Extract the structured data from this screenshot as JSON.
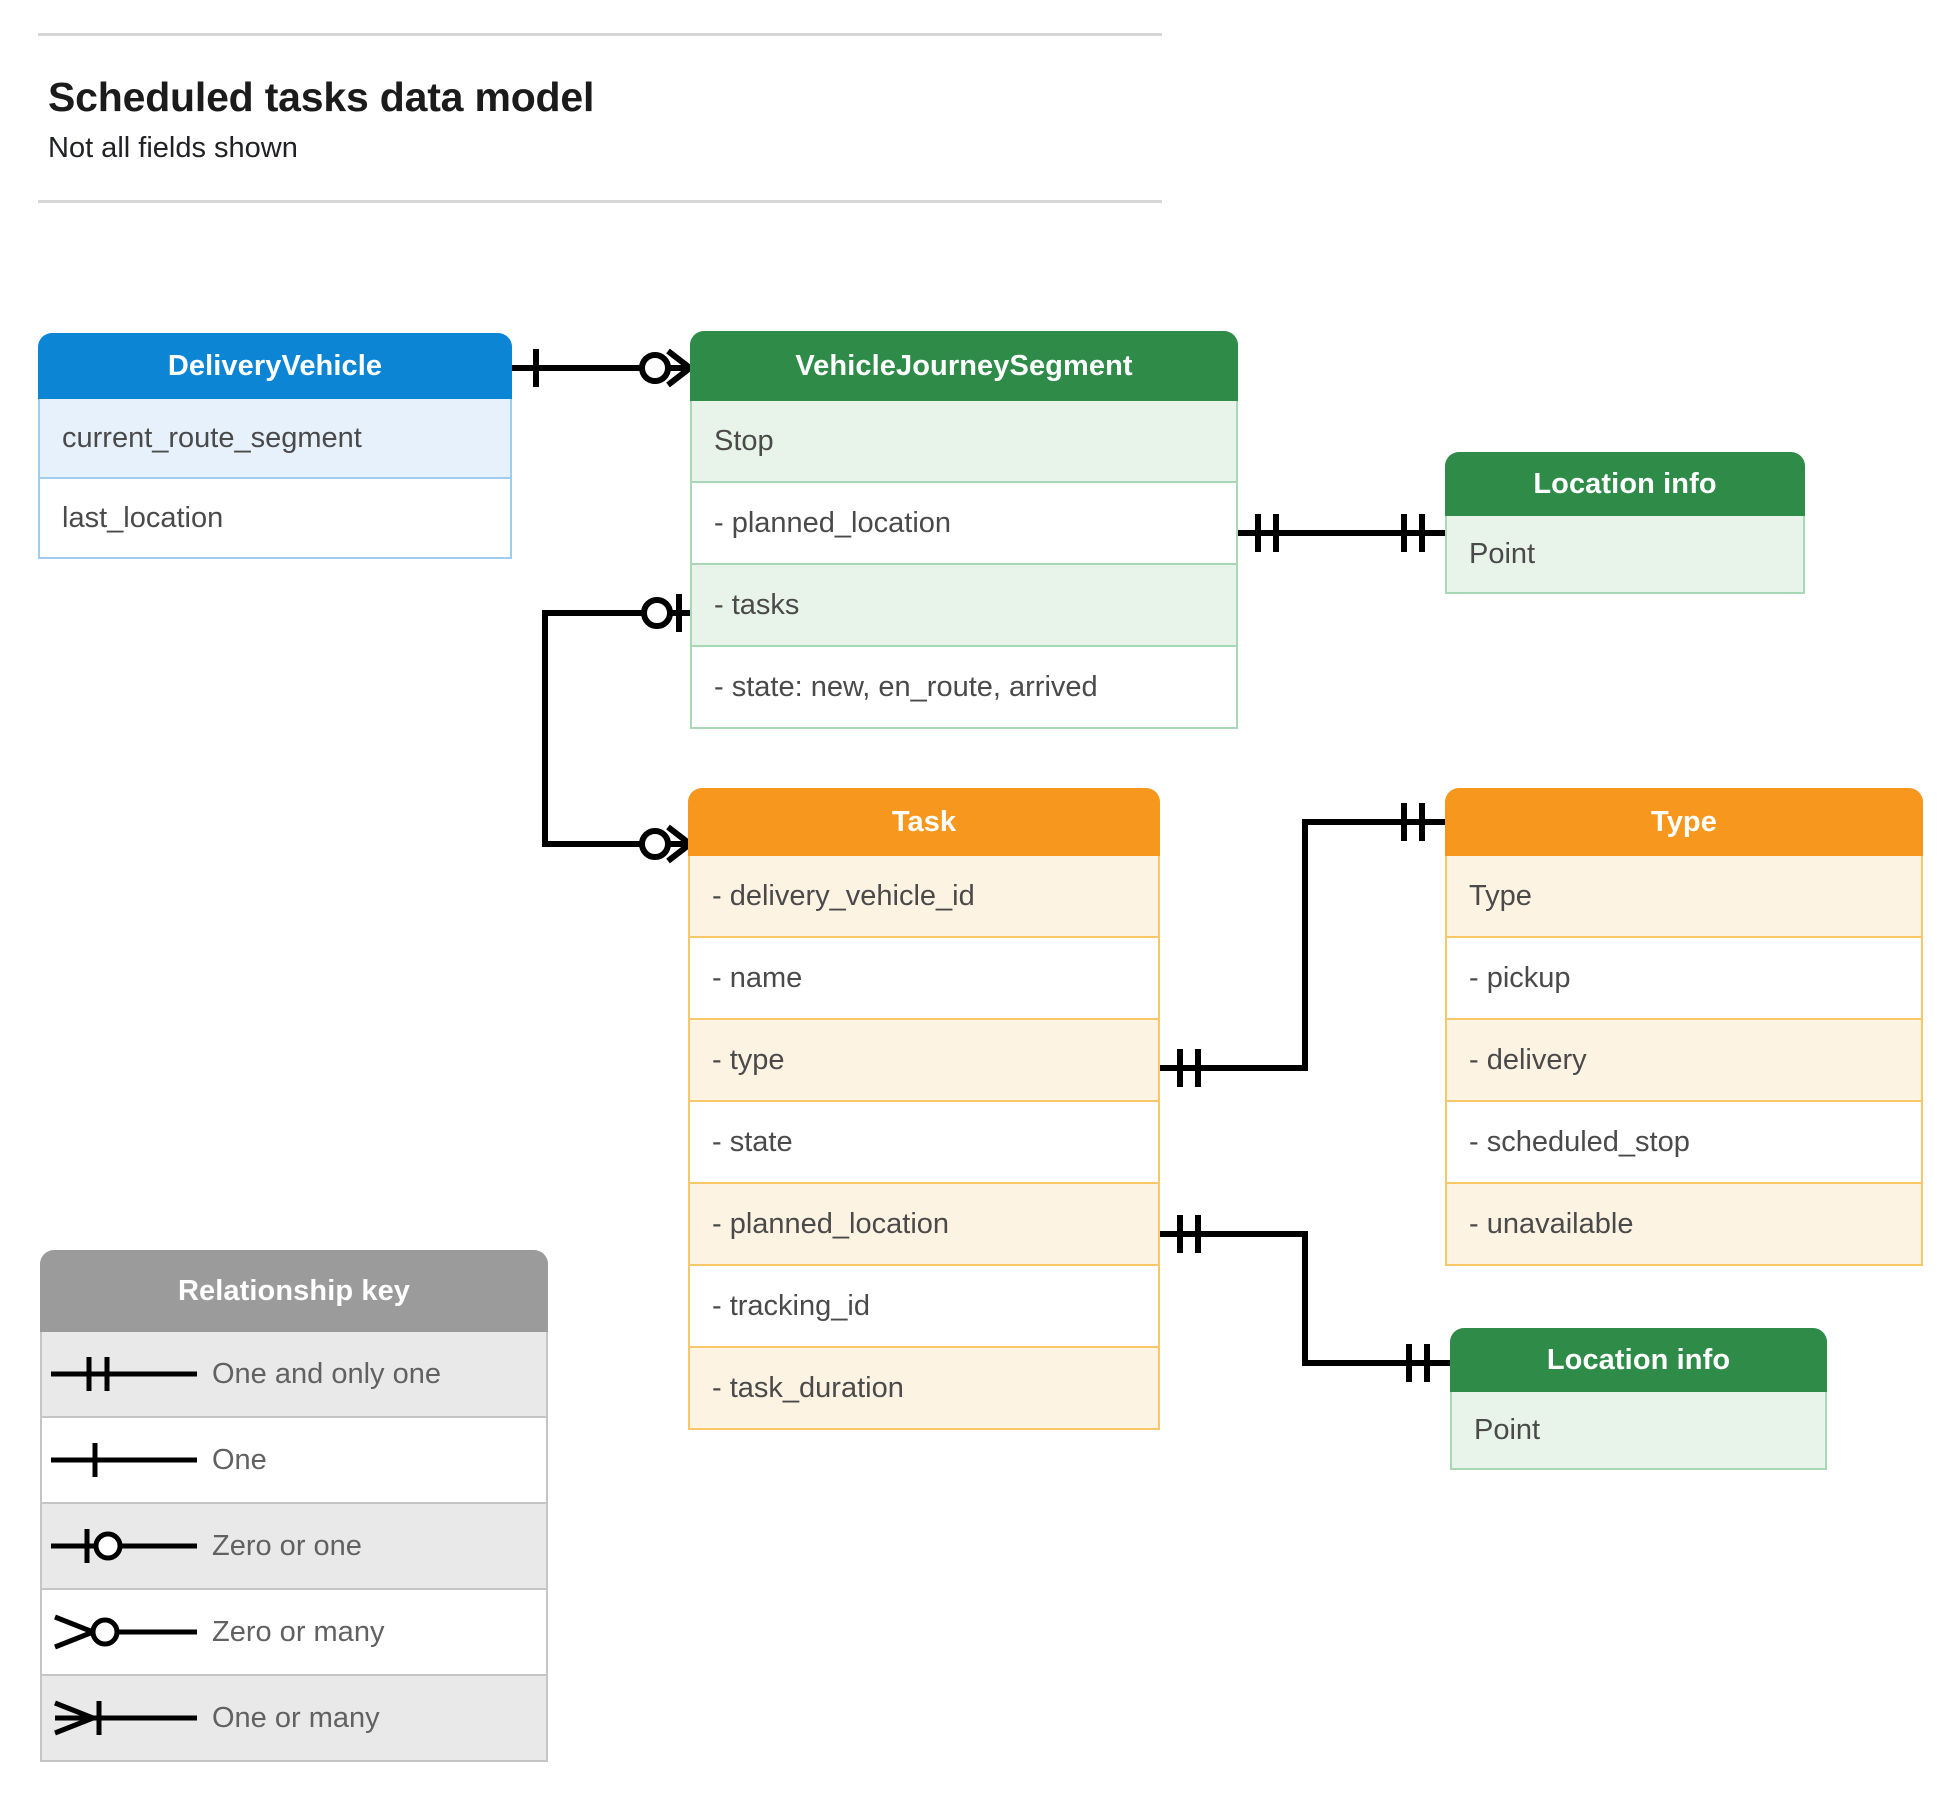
{
  "header": {
    "title": "Scheduled tasks data model",
    "subtitle": "Not all fields shown"
  },
  "entities": [
    {
      "id": "deliveryvehicle",
      "name": "DeliveryVehicle",
      "color": "#0b85d4",
      "rows": [
        "current_route_segment",
        "last_location"
      ]
    },
    {
      "id": "vehiclejourneysegment",
      "name": "VehicleJourneySegment",
      "color": "#2e8b48",
      "rows": [
        "Stop",
        "-  planned_location",
        "- tasks",
        "- state: new, en_route, arrived"
      ]
    },
    {
      "id": "locationinfo-top",
      "name": "Location info",
      "color": "#2e8b48",
      "rows": [
        "Point"
      ]
    },
    {
      "id": "task",
      "name": "Task",
      "color": "#f7971d",
      "rows": [
        "- delivery_vehicle_id",
        "- name",
        "- type",
        "- state",
        "- planned_location",
        "- tracking_id",
        "- task_duration"
      ]
    },
    {
      "id": "type",
      "name": "Type",
      "color": "#f7971d",
      "rows": [
        "Type",
        "-   pickup",
        "-   delivery",
        "-   scheduled_stop",
        "-   unavailable"
      ]
    },
    {
      "id": "locationinfo-bottom",
      "name": "Location info",
      "color": "#2e8b48",
      "rows": [
        "Point"
      ]
    }
  ],
  "legend": {
    "title": "Relationship key",
    "color": "#9b9b9b",
    "items": [
      {
        "symbol": "one-and-only-one-icon",
        "label": "One and only one"
      },
      {
        "symbol": "one-icon",
        "label": "One"
      },
      {
        "symbol": "zero-or-one-icon",
        "label": "Zero or one"
      },
      {
        "symbol": "zero-or-many-icon",
        "label": "Zero or many"
      },
      {
        "symbol": "one-or-many-icon",
        "label": "One or many"
      }
    ]
  },
  "relationships": [
    {
      "id": "rel-deliveryvehicle-vehiclejourneysegment",
      "from": "DeliveryVehicle",
      "to": "VehicleJourneySegment",
      "from_cardinality": "One",
      "to_cardinality": "Zero or many"
    },
    {
      "id": "rel-vjs-tasks-task",
      "from": "VehicleJourneySegment.tasks",
      "to": "Task",
      "from_cardinality": "Zero or one",
      "to_cardinality": "Zero or many"
    },
    {
      "id": "rel-vjs-plannedlocation-locationinfo",
      "from": "VehicleJourneySegment.planned_location",
      "to": "Location info",
      "from_cardinality": "One and only one",
      "to_cardinality": "One and only one"
    },
    {
      "id": "rel-task-type",
      "from": "Task.type",
      "to": "Type",
      "from_cardinality": "One and only one",
      "to_cardinality": "One and only one"
    },
    {
      "id": "rel-task-plannedlocation-locationinfo",
      "from": "Task.planned_location",
      "to": "Location info",
      "from_cardinality": "One and only one",
      "to_cardinality": "One and only one"
    }
  ],
  "line_color": "#000000"
}
